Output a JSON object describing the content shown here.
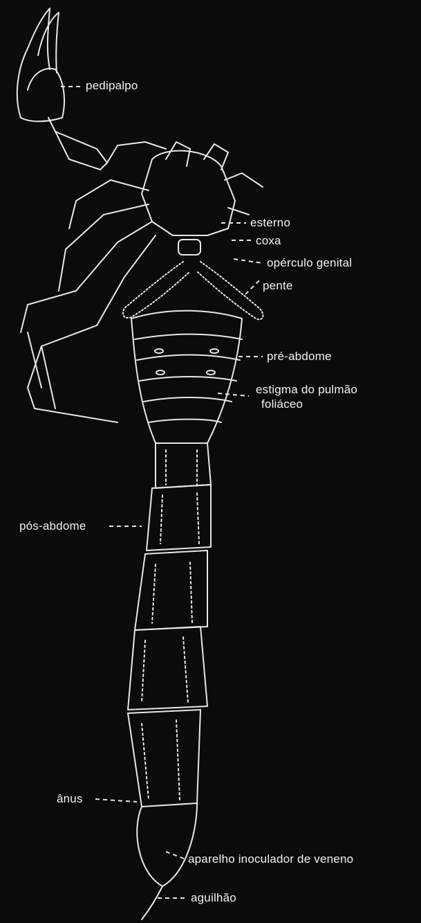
{
  "figure": {
    "labels": {
      "pedipalpo": "pedipalpo",
      "esterno": "esterno",
      "coxa": "coxa",
      "operculo": "opérculo genital",
      "pente": "pente",
      "preabdome": "pré-abdome",
      "estigma_1": "estigma do pulmão",
      "estigma_2": "foliáceo",
      "posabdome": "pós-abdome",
      "anus": "ânus",
      "aparelho": "aparelho inoculador de veneno",
      "aguilhao": "aguilhão"
    }
  },
  "colors": {
    "background": "#0b0b0b",
    "drawing": "#e8e8e8",
    "labels": "#f2f2f2"
  }
}
